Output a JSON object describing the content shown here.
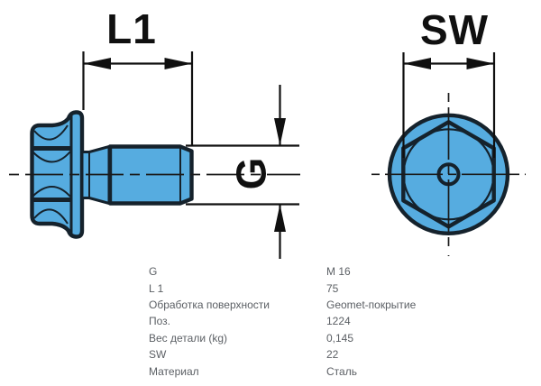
{
  "drawing": {
    "dim_length_label": "L1",
    "dim_thread_label": "G",
    "dim_wrench_label": "SW",
    "part_fill_color": "#56ace0",
    "outline_color": "#15222c",
    "dimension_color": "#101010"
  },
  "spec_table": {
    "text_color": "#5b5f64",
    "rows": [
      {
        "label": "G",
        "value": "M 16"
      },
      {
        "label": "L 1",
        "value": "75"
      },
      {
        "label": "Обработка поверхности",
        "value": "Geomet-покрытие"
      },
      {
        "label": "Поз.",
        "value": "1224"
      },
      {
        "label": "Вес детали (kg)",
        "value": "0,145"
      },
      {
        "label": "SW",
        "value": "22"
      },
      {
        "label": "Материал",
        "value": "Сталь"
      }
    ]
  }
}
